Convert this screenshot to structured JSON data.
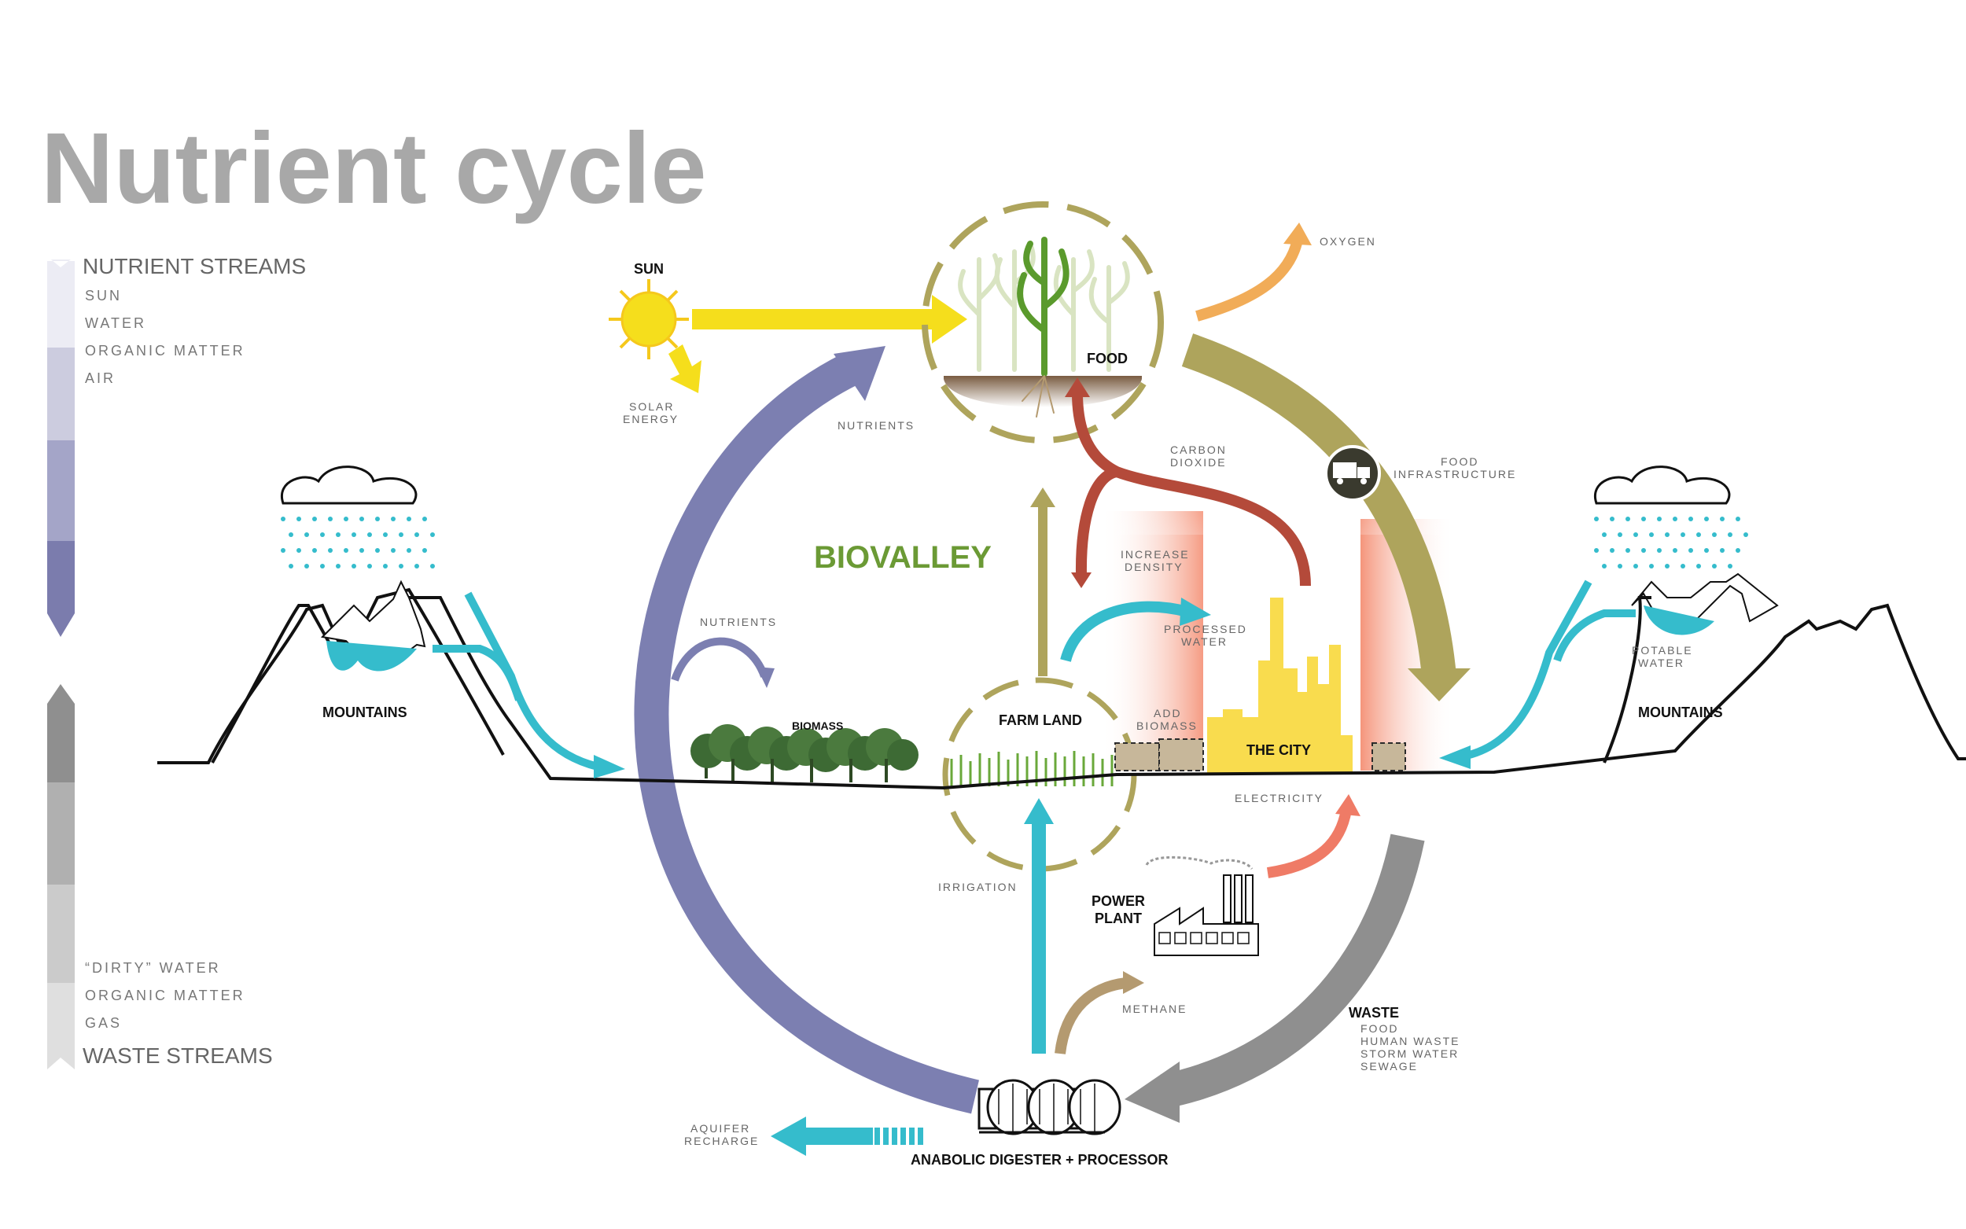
{
  "title": "Nutrient cycle",
  "legend": {
    "nutrient_header": "NUTRIENT STREAMS",
    "nutrient_items": [
      "SUN",
      "WATER",
      "ORGANIC MATTER",
      "AIR"
    ],
    "waste_items": [
      "“DIRTY” WATER",
      "ORGANIC MATTER",
      "GAS"
    ],
    "waste_header": "WASTE STREAMS"
  },
  "labels": {
    "sun": "SUN",
    "solar_energy": [
      "SOLAR",
      "ENERGY"
    ],
    "nutrients_top": "NUTRIENTS",
    "food": "FOOD",
    "oxygen": "OXYGEN",
    "food_infrastructure": [
      "FOOD",
      "INFRASTRUCTURE"
    ],
    "carbon_dioxide": [
      "CARBON",
      "DIOXIDE"
    ],
    "biovalley": "BIOVALLEY",
    "increase_density": [
      "INCREASE",
      "DENSITY"
    ],
    "processed_water": [
      "PROCESSED",
      "WATER"
    ],
    "nutrients_mid": "NUTRIENTS",
    "biomass": "BIOMASS",
    "farm_land": "FARM LAND",
    "add_biomass": [
      "ADD",
      "BIOMASS"
    ],
    "the_city": "THE CITY",
    "mountains_left": "MOUNTAINS",
    "mountains_right": "MOUNTAINS",
    "potable_water": [
      "POTABLE",
      "WATER"
    ],
    "electricity": "ELECTRICITY",
    "irrigation": "IRRIGATION",
    "power_plant": [
      "POWER",
      "PLANT"
    ],
    "methane": "METHANE",
    "waste": "WASTE",
    "waste_items": [
      "FOOD",
      "HUMAN WASTE",
      "STORM WATER",
      "SEWAGE"
    ],
    "aquifer_recharge": [
      "AQUIFER",
      "RECHARGE"
    ],
    "digester": "ANABOLIC DIGESTER + PROCESSOR"
  },
  "colors": {
    "sun": "#f5de1c",
    "water": "#35bccc",
    "nutrients": "#7c7fb1",
    "food_loop": "#aea45c",
    "carbon": "#b44a3a",
    "oxygen": "#f1ac58",
    "waste": "#8f8f8f",
    "methane": "#b49a70",
    "electricity": "#ef7b66",
    "city": "#f9dc4e",
    "biovalley": "#6b9a35"
  }
}
